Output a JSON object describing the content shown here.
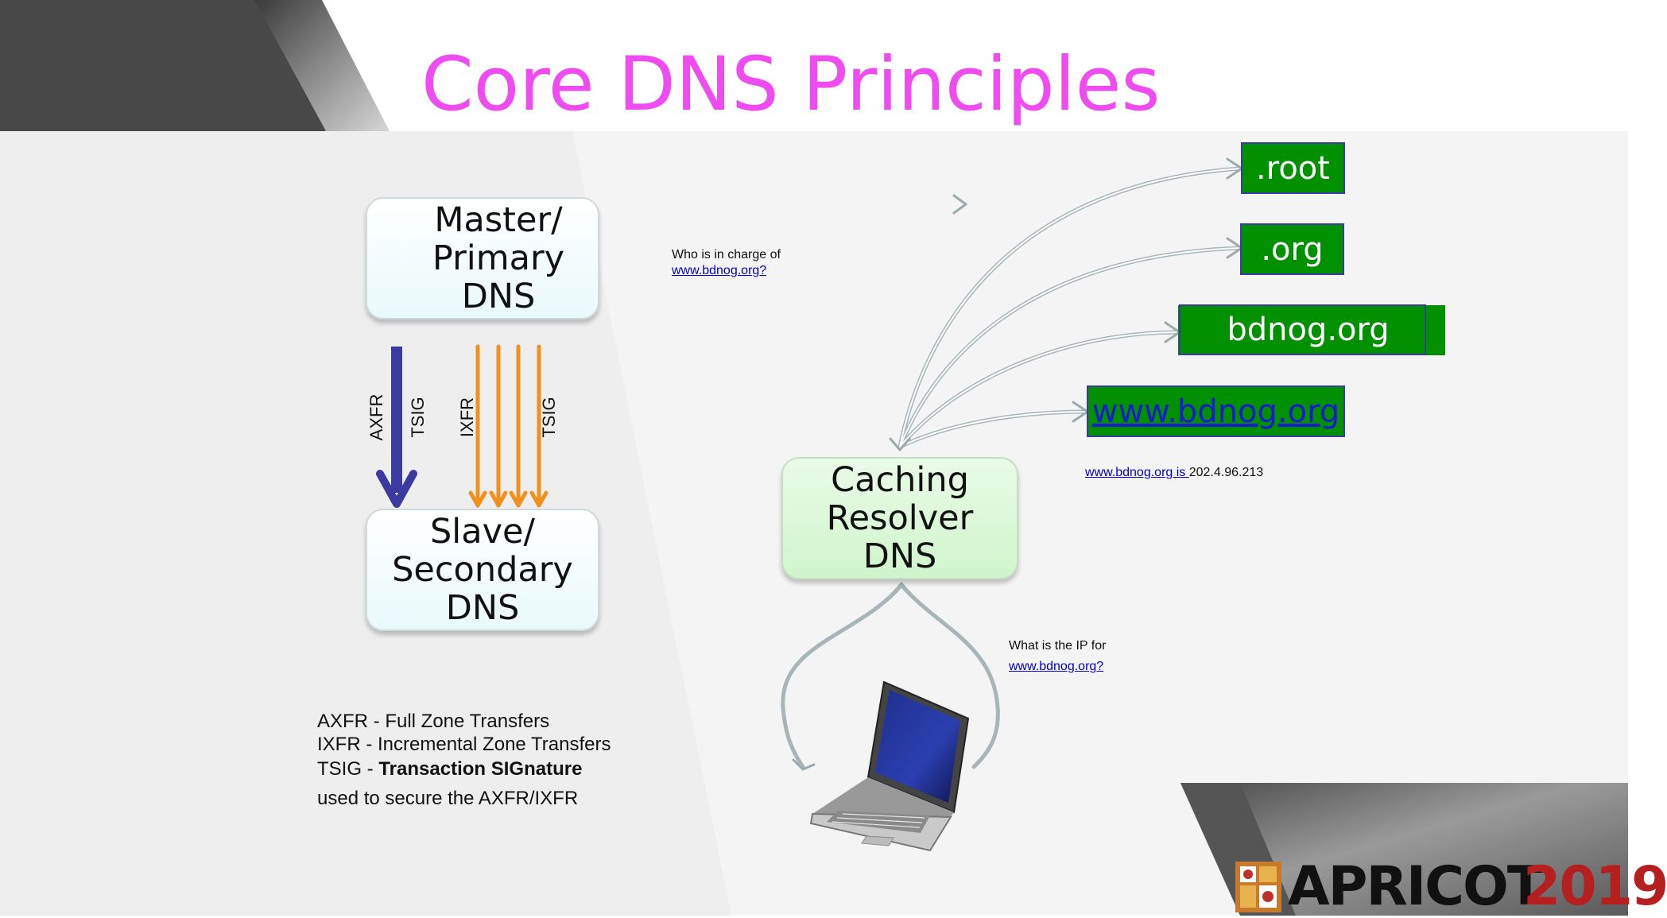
{
  "slide": {
    "title": "Core DNS Principles",
    "colors": {
      "title": "#ee4bf0",
      "domain_box": "#009000",
      "transfer_arrow_blue": "#3a3aa0",
      "transfer_arrow_orange": "#f0901e"
    }
  },
  "zone_transfer": {
    "master_label": "Master/\nPrimary\nDNS",
    "slave_label": "Slave/\nSecondary\nDNS",
    "axfr_label": "AXFR",
    "tsig_label_1": "TSIG",
    "ixfr_label": "IXFR",
    "tsig_label_2": "TSIG"
  },
  "legend": {
    "axfr": "AXFR - Full Zone Transfers",
    "ixfr": "IXFR - Incremental Zone Transfers",
    "tsig_prefix": "TSIG - ",
    "tsig_bold": "Transaction SIGnature",
    "tsig_note": "used to secure the AXFR/IXFR"
  },
  "resolution": {
    "question_authority_line1": "Who is in charge of",
    "question_authority_link": "www.bdnog.org?",
    "resolver_label": "Caching\nResolver\nDNS",
    "domains": [
      ".root",
      ".org",
      "bdnog.org",
      "www.bdnog.org"
    ],
    "answer_link": "www.bdnog.org is ",
    "answer_ip": "202.4.96.213",
    "question_ip_line1": "What is the IP for",
    "question_ip_link": "www.bdnog.org?",
    "client_icon": "laptop-icon"
  },
  "logo": {
    "text_apricot": "APRICOT",
    "text_year": "2019"
  }
}
